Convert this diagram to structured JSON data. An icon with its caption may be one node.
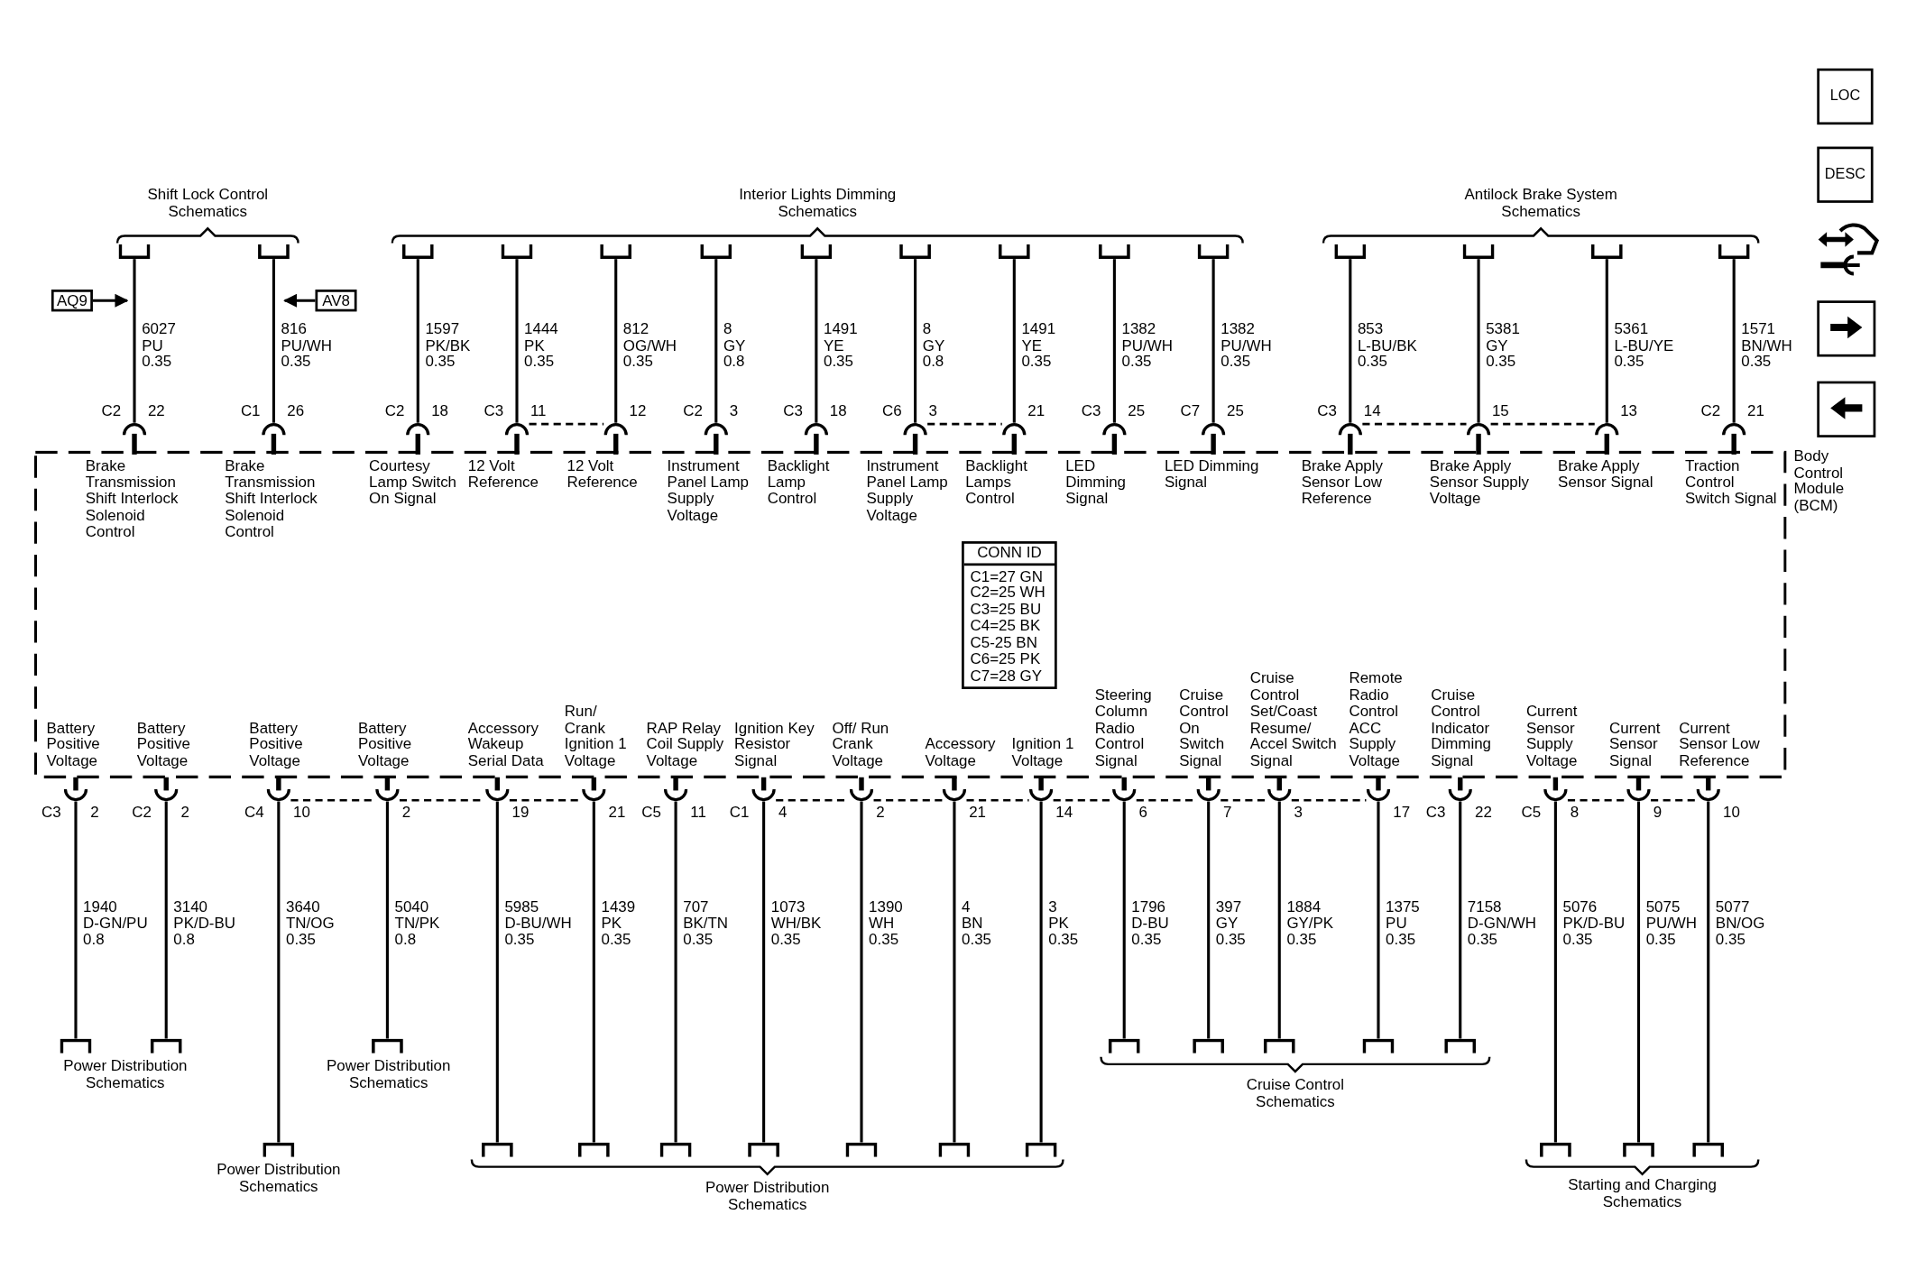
{
  "diagram": {
    "nodes": [
      {
        "text": [
          "Shift Lock Control Schematics"
        ]
      },
      {
        "text": [],
        "shape": "box",
        "in": 0
      },
      {
        "text": [],
        "shape": "box",
        "in": 0
      },
      {
        "text": [
          "Interior Lights Dimming Schematics"
        ]
      },
      {
        "text": [],
        "shape": "box",
        "in": 3
      },
      {
        "text": [],
        "shape": "box",
        "in": 3
      },
      {
        "text": [],
        "shape": "box",
        "in": 3
      },
      {
        "text": [],
        "shape": "box",
        "in": 3
      },
      {
        "text": [],
        "shape": "box",
        "in": 3
      },
      {
        "text": [],
        "shape": "box",
        "in": 3
      },
      {
        "text": [],
        "shape": "box",
        "in": 3
      },
      {
        "text": [],
        "shape": "box",
        "in": 3
      },
      {
        "text": [],
        "shape": "box",
        "in": 3
      },
      {
        "text": [
          "Antilock Brake System Schematics"
        ]
      },
      {
        "text": [],
        "shape": "box",
        "in": 13
      },
      {
        "text": [],
        "shape": "box",
        "in": 13
      },
      {
        "text": [],
        "shape": "box",
        "in": 13
      },
      {
        "text": [],
        "shape": "box",
        "in": 13
      },
      {
        "text": [
          "AQ9"
        ]
      },
      {
        "text": [
          "AV8"
        ]
      },
      {
        "text": [
          "Body Control Module (BCM)"
        ]
      },
      {
        "text": [
          "Brake Transmission Shift Interlock Solenoid Control"
        ],
        "beside": [
          "C2",
          "22"
        ],
        "in": 20
      },
      {
        "text": [
          "Brake Transmission Shift Interlock Solenoid Control"
        ],
        "beside": [
          "C1",
          "26"
        ],
        "in": 20
      },
      {
        "text": [
          "Courtesy Lamp Switch On Signal"
        ],
        "beside": [
          "C2",
          "18"
        ],
        "in": 20
      },
      {
        "text": [
          "12 Volt Reference"
        ],
        "beside": [
          "C3",
          "11"
        ],
        "in": 20
      },
      {
        "text": [
          "12 Volt Reference"
        ],
        "beside": [
          "12"
        ],
        "in": 20
      },
      {
        "text": [
          "Instrument Panel Lamp Supply Voltage"
        ],
        "beside": [
          "C2",
          "3"
        ],
        "in": 20
      },
      {
        "text": [
          "Backlight Lamp Control"
        ],
        "beside": [
          "C3",
          "18"
        ],
        "in": 20
      },
      {
        "text": [
          "Instrument Panel Lamp Supply Voltage"
        ],
        "beside": [
          "C6",
          "3"
        ],
        "in": 20
      },
      {
        "text": [
          "Backlight Lamps Control"
        ],
        "beside": [
          "21"
        ],
        "in": 20
      },
      {
        "text": [
          "LED Dimming Signal"
        ],
        "beside": [
          "C3",
          "25"
        ],
        "in": 20
      },
      {
        "text": [
          "LED Dimming Signal"
        ],
        "beside": [
          "C7",
          "25"
        ],
        "in": 20
      },
      {
        "text": [
          "Brake Apply Sensor Low Reference"
        ],
        "beside": [
          "C3",
          "14"
        ],
        "in": 20
      },
      {
        "text": [
          "Brake Apply Sensor Supply Voltage"
        ],
        "beside": [
          "15"
        ],
        "in": 20
      },
      {
        "text": [
          "Brake Apply Sensor Signal"
        ],
        "beside": [
          "13"
        ],
        "in": 20
      },
      {
        "text": [
          "Traction Control Switch Signal"
        ],
        "beside": [
          "C2",
          "21"
        ],
        "in": 20
      },
      {
        "text": [
          "CONN ID",
          "C1=27 GN",
          "C2=25 WH",
          "C3=25 BU",
          "C4=25 BK",
          "C5-25 BN",
          "C6=25 PK",
          "C7=28 GY"
        ],
        "in": 20
      },
      {
        "text": [
          "Battery Positive Voltage"
        ],
        "beside": [
          "C3",
          "2"
        ],
        "in": 20
      },
      {
        "text": [
          "Battery Positive Voltage"
        ],
        "beside": [
          "C2",
          "2"
        ],
        "in": 20
      },
      {
        "text": [
          "Battery Positive Voltage"
        ],
        "beside": [
          "C4",
          "10"
        ],
        "in": 20
      },
      {
        "text": [
          "Battery Positive Voltage"
        ],
        "beside": [
          "2"
        ],
        "in": 20
      },
      {
        "text": [
          "Accessory Wakeup Serial Data"
        ],
        "beside": [
          "19"
        ],
        "in": 20
      },
      {
        "text": [
          "Run/ Crank Ignition 1 Voltage"
        ],
        "beside": [
          "21"
        ],
        "in": 20
      },
      {
        "text": [
          "RAP Relay Coil Supply Voltage"
        ],
        "beside": [
          "C5",
          "11"
        ],
        "in": 20
      },
      {
        "text": [
          "Ignition Key Resistor Signal"
        ],
        "beside": [
          "C1",
          "4"
        ],
        "in": 20
      },
      {
        "text": [
          "Off/ Run Crank Voltage"
        ],
        "beside": [
          "2"
        ],
        "in": 20
      },
      {
        "text": [
          "Accessory Voltage"
        ],
        "beside": [
          "21"
        ],
        "in": 20
      },
      {
        "text": [
          "Ignition 1 Voltage"
        ],
        "beside": [
          "14"
        ],
        "in": 20
      },
      {
        "text": [
          "Steering Column Radio Control Signal"
        ],
        "beside": [
          "6"
        ],
        "in": 20
      },
      {
        "text": [
          "Cruise Control On Switch Signal"
        ],
        "beside": [
          "7"
        ],
        "in": 20
      },
      {
        "text": [
          "Cruise Control Set/Coast Resume/ Accel Switch Signal"
        ],
        "beside": [
          "3"
        ],
        "in": 20
      },
      {
        "text": [
          "Remote Radio Control ACC Supply Voltage"
        ],
        "beside": [
          "17"
        ],
        "in": 20
      },
      {
        "text": [
          "Cruise Control Indicator Dimming Signal"
        ],
        "beside": [
          "C3",
          "22"
        ],
        "in": 20
      },
      {
        "text": [
          "Current Sensor Supply Voltage"
        ],
        "beside": [
          "C5",
          "8"
        ],
        "in": 20
      },
      {
        "text": [
          "Current Sensor Signal"
        ],
        "beside": [
          "9"
        ],
        "in": 20
      },
      {
        "text": [
          "Current Sensor Low Reference"
        ],
        "beside": [
          "10"
        ],
        "in": 20
      },
      {
        "text": [
          "Power Distribution Schematics"
        ]
      },
      {
        "text": [],
        "shape": "box",
        "in": 56
      },
      {
        "text": [],
        "shape": "box",
        "in": 56
      },
      {
        "text": [
          "Power Distribution Schematics"
        ]
      },
      {
        "text": [],
        "shape": "box",
        "in": 59
      },
      {
        "text": [
          "Power Distribution Schematics"
        ]
      },
      {
        "text": [],
        "shape": "box",
        "in": 61
      },
      {
        "text": [
          "Power Distribution Schematics"
        ]
      },
      {
        "text": [],
        "shape": "box",
        "in": 63
      },
      {
        "text": [],
        "shape": "box",
        "in": 63
      },
      {
        "text": [],
        "shape": "box",
        "in": 63
      },
      {
        "text": [],
        "shape": "box",
        "in": 63
      },
      {
        "text": [],
        "shape": "box",
        "in": 63
      },
      {
        "text": [],
        "shape": "box",
        "in": 63
      },
      {
        "text": [],
        "shape": "box",
        "in": 63
      },
      {
        "text": [
          "Cruise Control Schematics"
        ]
      },
      {
        "text": [],
        "shape": "box",
        "in": 71
      },
      {
        "text": [],
        "shape": "box",
        "in": 71
      },
      {
        "text": [],
        "shape": "box",
        "in": 71
      },
      {
        "text": [],
        "shape": "box",
        "in": 71
      },
      {
        "text": [],
        "shape": "box",
        "in": 71
      },
      {
        "text": [
          "Starting and Charging Schematics"
        ]
      },
      {
        "text": [],
        "shape": "box",
        "in": 77
      },
      {
        "text": [],
        "shape": "box",
        "in": 77
      },
      {
        "text": [],
        "shape": "box",
        "in": 77
      },
      {
        "text": [
          "LOC"
        ]
      },
      {
        "text": [
          "DESC"
        ]
      },
      {
        "text": [],
        "shape": "picture"
      },
      {
        "text": [],
        "shape": "box"
      },
      {
        "text": [],
        "shape": "box"
      }
    ],
    "edges": [
      {
        "from": 21,
        "to": 1,
        "arrow": "none",
        "label": "6027 PU 0.35"
      },
      {
        "from": 22,
        "to": 2,
        "arrow": "none",
        "label": "816 PU/WH 0.35"
      },
      {
        "from": 23,
        "to": 4,
        "arrow": "none",
        "label": "1597 PK/BK 0.35"
      },
      {
        "from": 24,
        "to": 5,
        "arrow": "none",
        "label": "1444 PK 0.35"
      },
      {
        "from": 25,
        "to": 6,
        "arrow": "none",
        "label": "812 OG/WH 0.35"
      },
      {
        "from": 26,
        "to": 7,
        "arrow": "none",
        "label": "8 GY 0.8"
      },
      {
        "from": 27,
        "to": 8,
        "arrow": "none",
        "label": "1491 YE 0.35"
      },
      {
        "from": 28,
        "to": 9,
        "arrow": "none",
        "label": "8 GY 0.8"
      },
      {
        "from": 29,
        "to": 10,
        "arrow": "none",
        "label": "1491 YE 0.35"
      },
      {
        "from": 30,
        "to": 11,
        "arrow": "none",
        "label": "1382 PU/WH 0.35"
      },
      {
        "from": 31,
        "to": 12,
        "arrow": "none",
        "label": "1382 PU/WH 0.35"
      },
      {
        "from": 32,
        "to": 14,
        "arrow": "none",
        "label": "853 L-BU/BK 0.35"
      },
      {
        "from": 33,
        "to": 15,
        "arrow": "none",
        "label": "5381 GY 0.35"
      },
      {
        "from": 34,
        "to": 16,
        "arrow": "none",
        "label": "5361 L-BU/YE 0.35"
      },
      {
        "from": 35,
        "to": 17,
        "arrow": "none",
        "label": "1571 BN/WH 0.35"
      },
      {
        "from": 37,
        "to": 57,
        "arrow": "none",
        "label": "1940 D-GN/PU 0.8"
      },
      {
        "from": 38,
        "to": 58,
        "arrow": "none",
        "label": "3140 PK/D-BU 0.8"
      },
      {
        "from": 39,
        "to": 60,
        "arrow": "none",
        "label": "3640 TN/OG 0.35"
      },
      {
        "from": 40,
        "to": 62,
        "arrow": "none",
        "label": "5040 TN/PK 0.8"
      },
      {
        "from": 41,
        "to": 64,
        "arrow": "none",
        "label": "5985 D-BU/WH 0.35"
      },
      {
        "from": 42,
        "to": 65,
        "arrow": "none",
        "label": "1439 PK 0.35"
      },
      {
        "from": 43,
        "to": 66,
        "arrow": "none",
        "label": "707 BK/TN 0.35"
      },
      {
        "from": 44,
        "to": 67,
        "arrow": "none",
        "label": "1073 WH/BK 0.35"
      },
      {
        "from": 45,
        "to": 68,
        "arrow": "none",
        "label": "1390 WH 0.35"
      },
      {
        "from": 46,
        "to": 69,
        "arrow": "none",
        "label": "4 BN 0.35"
      },
      {
        "from": 47,
        "to": 70,
        "arrow": "none",
        "label": "3 PK 0.35"
      },
      {
        "from": 48,
        "to": 72,
        "arrow": "none",
        "label": "1796 D-BU 0.35"
      },
      {
        "from": 49,
        "to": 73,
        "arrow": "none",
        "label": "397 GY 0.35"
      },
      {
        "from": 50,
        "to": 74,
        "arrow": "none",
        "label": "1884 GY/PK 0.35"
      },
      {
        "from": 51,
        "to": 75,
        "arrow": "none",
        "label": "1375 PU 0.35"
      },
      {
        "from": 52,
        "to": 76,
        "arrow": "none",
        "label": "7158 D-GN/WH 0.35"
      },
      {
        "from": 53,
        "to": 78,
        "arrow": "none",
        "label": "5076 PK/D-BU 0.35"
      },
      {
        "from": 54,
        "to": 79,
        "arrow": "none",
        "label": "5075 PU/WH 0.35"
      },
      {
        "from": 55,
        "to": 80,
        "arrow": "none",
        "label": "5077 BN/OG 0.35"
      },
      {
        "from": 24,
        "to": 25,
        "arrow": "none",
        "style": "dashed"
      },
      {
        "from": 28,
        "to": 29,
        "arrow": "none",
        "style": "dashed"
      },
      {
        "from": 32,
        "to": 33,
        "arrow": "none",
        "style": "dashed"
      },
      {
        "from": 33,
        "to": 34,
        "arrow": "none",
        "style": "dashed"
      },
      {
        "from": 39,
        "to": 40,
        "arrow": "none",
        "style": "dashed"
      },
      {
        "from": 40,
        "to": 41,
        "arrow": "none",
        "style": "dashed"
      },
      {
        "from": 41,
        "to": 42,
        "arrow": "none",
        "style": "dashed"
      },
      {
        "from": 44,
        "to": 45,
        "arrow": "none",
        "style": "dashed"
      },
      {
        "from": 45,
        "to": 46,
        "arrow": "none",
        "style": "dashed"
      },
      {
        "from": 46,
        "to": 47,
        "arrow": "none",
        "style": "dashed"
      },
      {
        "from": 47,
        "to": 48,
        "arrow": "none",
        "style": "dashed"
      },
      {
        "from": 48,
        "to": 49,
        "arrow": "none",
        "style": "dashed"
      },
      {
        "from": 49,
        "to": 50,
        "arrow": "none",
        "style": "dashed"
      },
      {
        "from": 50,
        "to": 51,
        "arrow": "none",
        "style": "dashed"
      },
      {
        "from": 53,
        "to": 54,
        "arrow": "none",
        "style": "dashed"
      },
      {
        "from": 54,
        "to": 55,
        "arrow": "none",
        "style": "dashed"
      },
      {
        "from": 18,
        "to": null,
        "arrow": "to"
      },
      {
        "from": 19,
        "to": null,
        "arrow": "to"
      }
    ]
  }
}
